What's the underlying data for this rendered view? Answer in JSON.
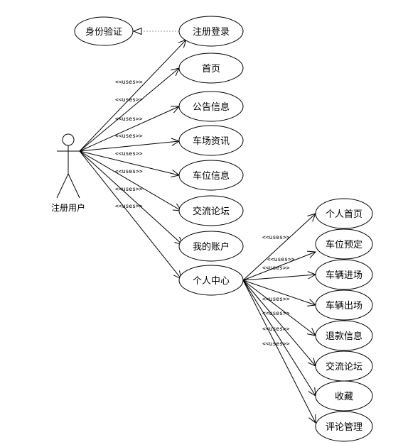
{
  "actor": {
    "name": "注册用户",
    "icon": "stick-figure-actor-icon"
  },
  "stereotype": "<<uses>>",
  "colors": {
    "line": "#000000",
    "fill": "#ffffff",
    "dependency_line": "#999999"
  },
  "external_use_case": {
    "label": "身份验证",
    "relation": "dependency",
    "target": "注册登录"
  },
  "actor_use_cases": [
    "注册登录",
    "首页",
    "公告信息",
    "车场资讯",
    "车位信息",
    "交流论坛",
    "我的账户",
    "个人中心"
  ],
  "personal_center": {
    "label": "个人中心",
    "sub_use_cases": [
      "个人首页",
      "车位预定",
      "车辆进场",
      "车辆出场",
      "退款信息",
      "交流论坛",
      "收藏",
      "评论管理"
    ]
  }
}
